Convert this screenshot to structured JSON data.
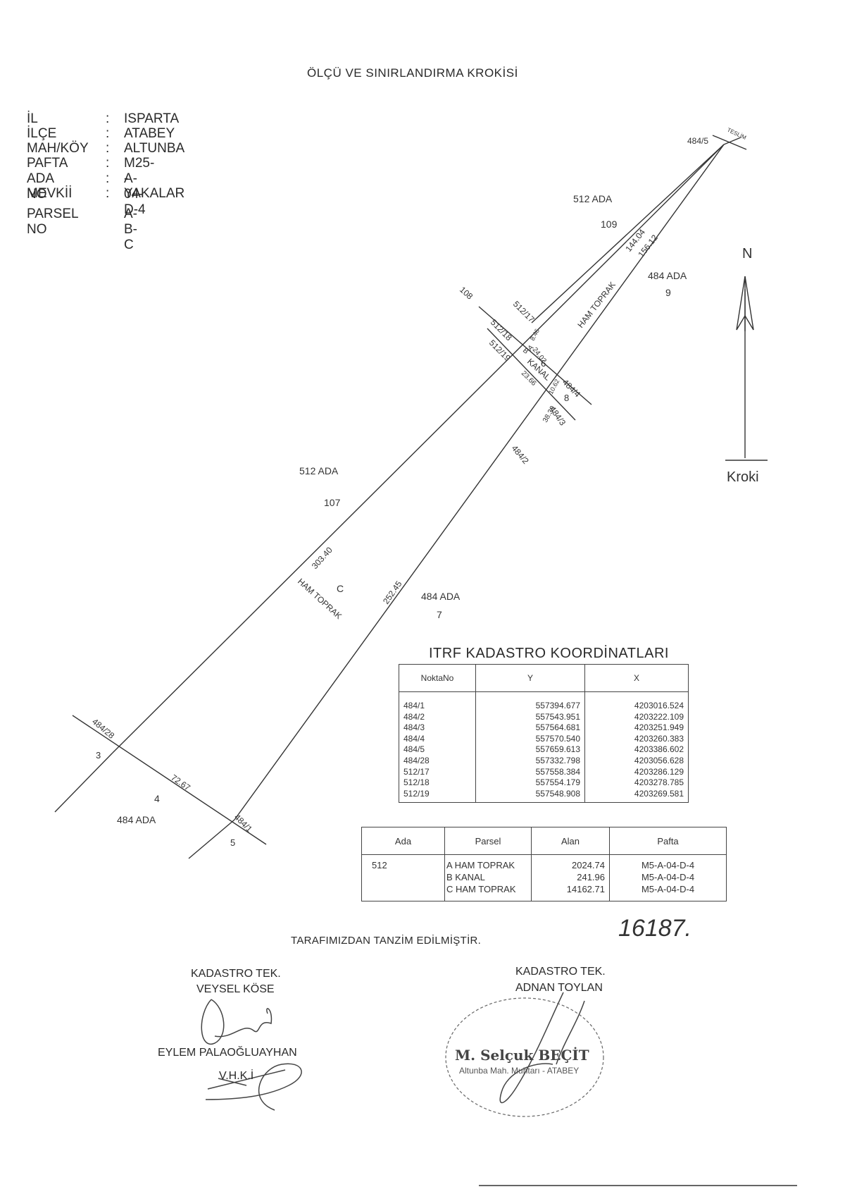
{
  "document": {
    "title": "ÖLÇÜ VE SINIRLANDIRMA KROKİSİ",
    "info": [
      {
        "label": "İL",
        "value": "ISPARTA"
      },
      {
        "label": "İLÇE",
        "value": "ATABEY"
      },
      {
        "label": "MAH/KÖY",
        "value": "ALTUNBA"
      },
      {
        "label": "PAFTA",
        "value": "M25-A-04-D-4"
      },
      {
        "label": "ADA NO",
        "value": "-"
      },
      {
        "label": "MEVKİİ",
        "value": "YAKALAR"
      },
      {
        "label": "PARSEL NO",
        "value": "A-B-C"
      }
    ],
    "north_label": "N",
    "kroki_label": "Kroki"
  },
  "sketch": {
    "areas": [
      {
        "ada": "512 ADA",
        "no": "109"
      },
      {
        "ada": "484 ADA",
        "no": "9"
      },
      {
        "ada": "512 ADA",
        "no": "107"
      },
      {
        "ada": "484 ADA",
        "no": "7"
      },
      {
        "ada": "484 ADA",
        "no": "4"
      }
    ],
    "points": [
      "484/5",
      "512/17",
      "512/18",
      "512/19",
      "484/4",
      "484/3",
      "484/2",
      "484/28",
      "484/1"
    ],
    "point_numbers": [
      "6",
      "8",
      "3",
      "5"
    ],
    "parcel_labels": [
      "C",
      "HAM TOPRAK",
      "HAM TOPRAK",
      "KANAL",
      "108",
      "A",
      "B",
      "TESLİM"
    ],
    "distances": [
      "144.04",
      "156.12",
      "303.40",
      "252.45",
      "72.67",
      "24.02",
      "23.66",
      "38.39",
      "8.46",
      "10.62"
    ]
  },
  "coord_table": {
    "title": "ITRF KADASTRO KOORDİNATLARI",
    "headers": [
      "NoktaNo",
      "Y",
      "X"
    ],
    "rows": [
      [
        "484/1",
        "557394.677",
        "4203016.524"
      ],
      [
        "484/2",
        "557543.951",
        "4203222.109"
      ],
      [
        "484/3",
        "557564.681",
        "4203251.949"
      ],
      [
        "484/4",
        "557570.540",
        "4203260.383"
      ],
      [
        "484/5",
        "557659.613",
        "4203386.602"
      ],
      [
        "484/28",
        "557332.798",
        "4203056.628"
      ],
      [
        "512/17",
        "557558.384",
        "4203286.129"
      ],
      [
        "512/18",
        "557554.179",
        "4203278.785"
      ],
      [
        "512/19",
        "557548.908",
        "4203269.581"
      ]
    ]
  },
  "parcel_table": {
    "headers": [
      "Ada",
      "Parsel",
      "Alan",
      "Pafta"
    ],
    "ada": "512",
    "parsel": [
      "A HAM TOPRAK",
      "B KANAL",
      "C HAM TOPRAK"
    ],
    "alan": [
      "2024.74",
      "241.96",
      "14162.71"
    ],
    "pafta": [
      "M5-A-04-D-4",
      "M5-A-04-D-4",
      "M5-A-04-D-4"
    ]
  },
  "handwritten_total": "16187.",
  "footer": {
    "statement": "TARAFIMIZDAN TANZİM EDİLMİŞTİR.",
    "left_title": "KADASTRO TEK.",
    "left_name": "VEYSEL KÖSE",
    "left_name2": "EYLEM PALAOĞLUAYHAN",
    "left_role": "V.H.K.İ",
    "right_title": "KADASTRO TEK.",
    "right_name": "ADNAN TOYLAN",
    "stamp_name": "M. Selçuk BEÇİT",
    "stamp_addr": "Altunba Mah. Muhtarı - ATABEY"
  }
}
